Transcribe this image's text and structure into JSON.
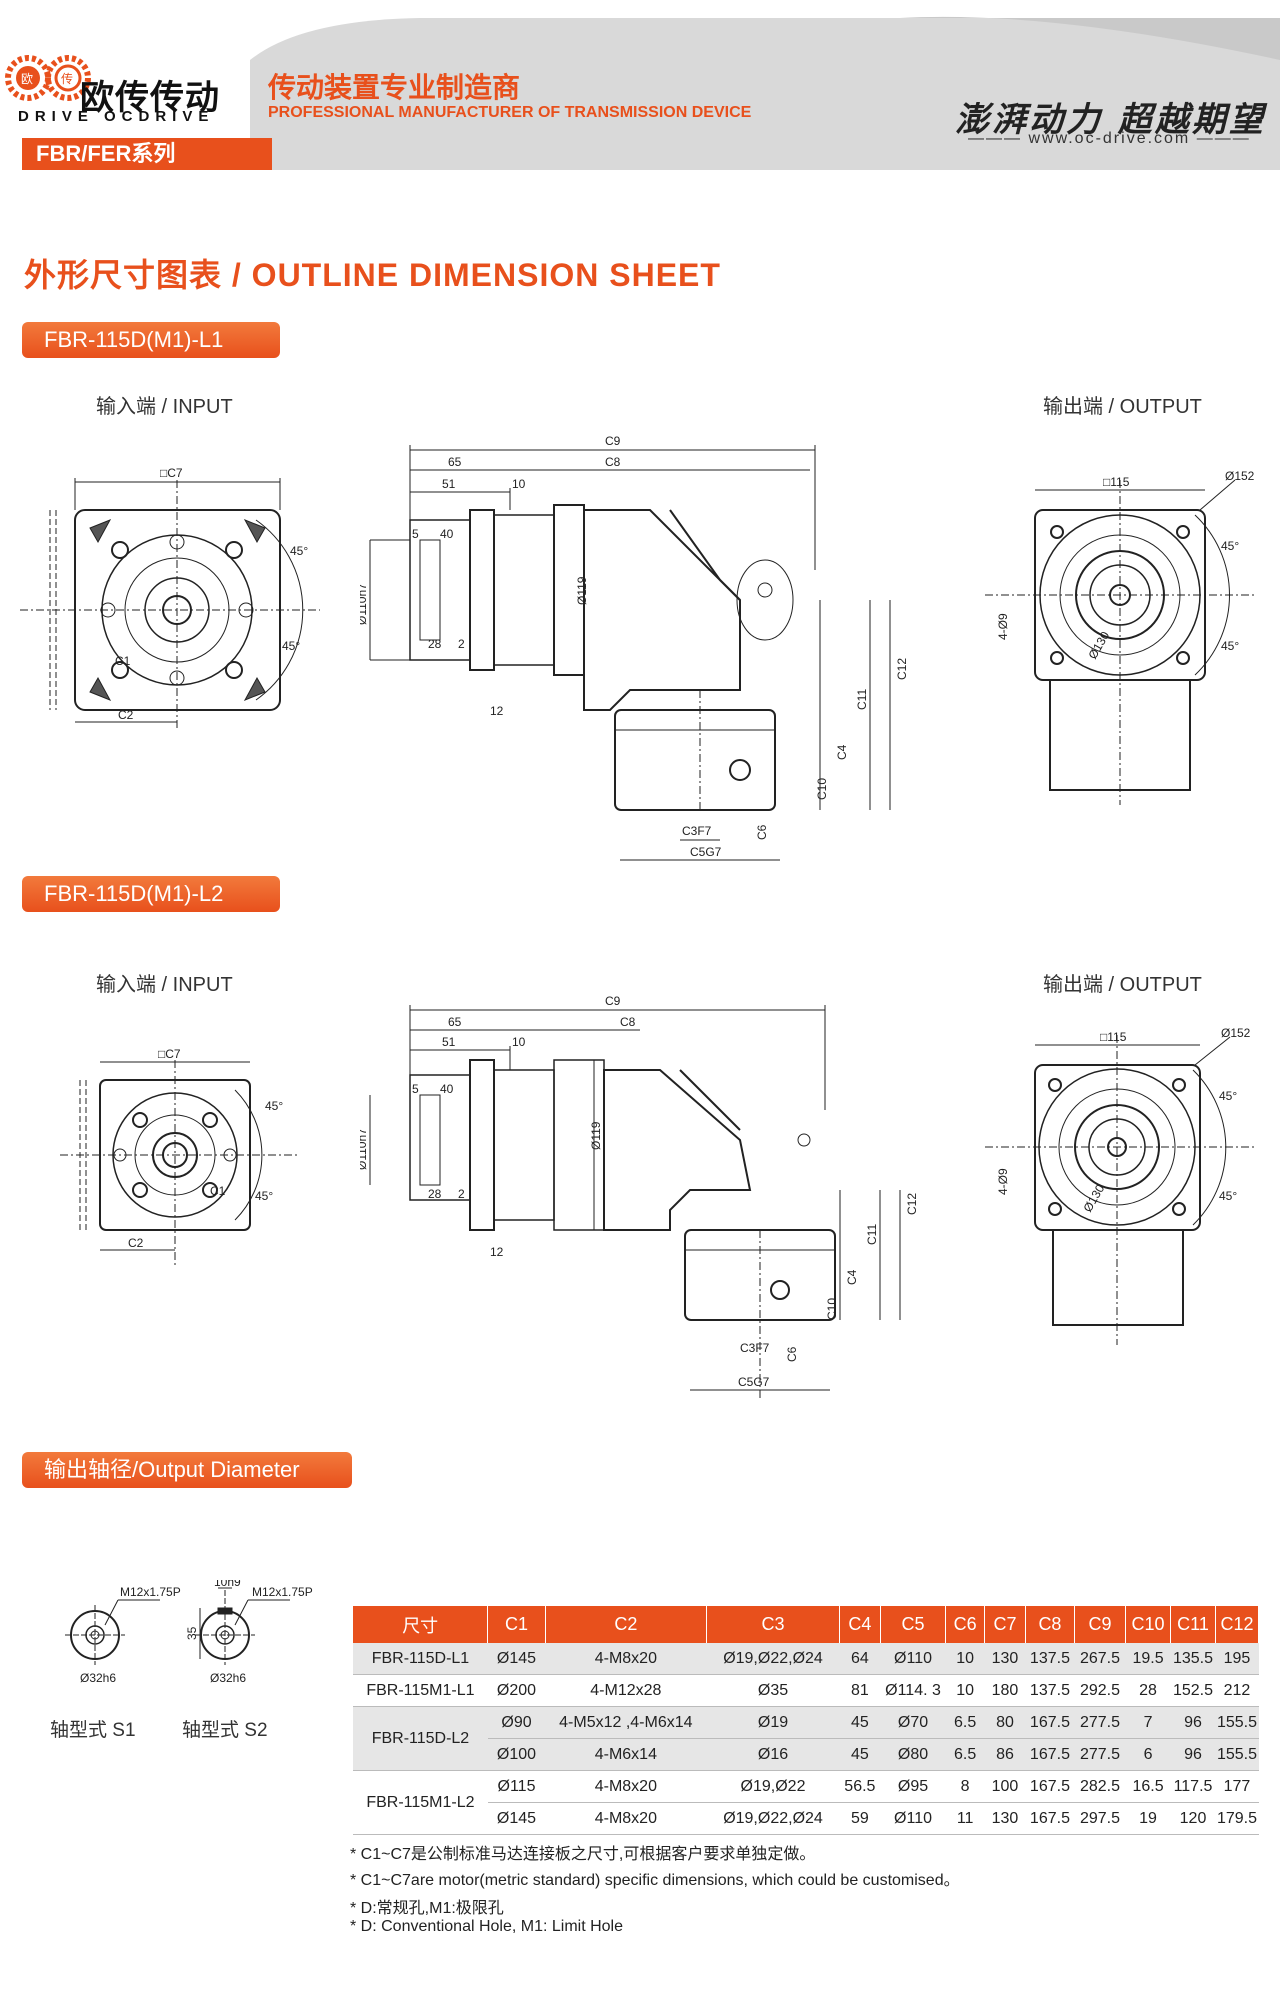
{
  "header": {
    "brand_cn": "欧传传动",
    "brand_en": "DRIVE OCDRIVE",
    "tagline_cn": "传动装置专业制造商",
    "tagline_en": "PROFESSIONAL MANUFACTURER OF TRANSMISSION DEVICE",
    "slogan": "澎湃动力 超越期望",
    "website": "www.oc-drive.com",
    "series_tab": "FBR/FER系列",
    "logo_letters": [
      "欧",
      "传"
    ]
  },
  "section_title": "外形尺寸图表 / OUTLINE DIMENSION SHEET",
  "models": [
    {
      "pill": "FBR-115D(M1)-L1",
      "input_label": "输入端 / INPUT",
      "output_label": "输出端 / OUTPUT"
    },
    {
      "pill": "FBR-115D(M1)-L2",
      "input_label": "输入端 / INPUT",
      "output_label": "输出端 / OUTPUT"
    }
  ],
  "dims": {
    "c7": "□C7",
    "c9": "C9",
    "c8": "C8",
    "d65": "65",
    "d51": "51",
    "d10": "10",
    "d5": "5",
    "d40": "40",
    "d28": "28",
    "d2": "2",
    "d12": "12",
    "d110": "Ø110h7",
    "d119": "Ø119",
    "c12": "C12",
    "c11": "C11",
    "c4": "C4",
    "c10": "C10",
    "c3": "C3F7",
    "c6": "C6",
    "c5": "C5G7",
    "c1": "C1",
    "c2": "C2",
    "a45": "45°",
    "sq115": "□115",
    "d152": "Ø152",
    "d130": "Ø130",
    "holes": "4-Ø9"
  },
  "output_diameter": {
    "pill": "输出轴径/Output Diameter",
    "s1_label": "轴型式 S1",
    "s2_label": "轴型式 S2",
    "thread": "M12x1.75P",
    "key": "10h9",
    "height": "35",
    "dia": "Ø32h6"
  },
  "table": {
    "headers": [
      "尺寸",
      "C1",
      "C2",
      "C3",
      "C4",
      "C5",
      "C6",
      "C7",
      "C8",
      "C9",
      "C10",
      "C11",
      "C12"
    ],
    "rows": [
      {
        "model": "FBR-115D-L1",
        "cells": [
          "Ø145",
          "4-M8x20",
          "Ø19,Ø22,Ø24",
          "64",
          "Ø110",
          "10",
          "130",
          "137.5",
          "267.5",
          "19.5",
          "135.5",
          "195"
        ]
      },
      {
        "model": "FBR-115M1-L1",
        "cells": [
          "Ø200",
          "4-M12x28",
          "Ø35",
          "81",
          "Ø114. 3",
          "10",
          "180",
          "137.5",
          "292.5",
          "28",
          "152.5",
          "212"
        ]
      },
      {
        "model": "FBR-115D-L2",
        "cells": [
          "Ø90",
          "4-M5x12 ,4-M6x14",
          "Ø19",
          "45",
          "Ø70",
          "6.5",
          "80",
          "167.5",
          "277.5",
          "7",
          "96",
          "155.5"
        ]
      },
      {
        "model": "",
        "cells": [
          "Ø100",
          "4-M6x14",
          "Ø16",
          "45",
          "Ø80",
          "6.5",
          "86",
          "167.5",
          "277.5",
          "6",
          "96",
          "155.5"
        ]
      },
      {
        "model": "FBR-115M1-L2",
        "cells": [
          "Ø115",
          "4-M8x20",
          "Ø19,Ø22",
          "56.5",
          "Ø95",
          "8",
          "100",
          "167.5",
          "282.5",
          "16.5",
          "117.5",
          "177"
        ]
      },
      {
        "model": "",
        "cells": [
          "Ø145",
          "4-M8x20",
          "Ø19,Ø22,Ø24",
          "59",
          "Ø110",
          "11",
          "130",
          "167.5",
          "297.5",
          "19",
          "120",
          "179.5"
        ]
      }
    ]
  },
  "notes": [
    "* C1~C7是公制标准马达连接板之尺寸,可根据客户要求单独定做。",
    "* C1~C7are motor(metric standard)  specific dimensions, which could be customised。",
    "* D:常规孔,M1:极限孔",
    "* D: Conventional Hole, M1: Limit Hole"
  ],
  "colors": {
    "accent": "#e8501c",
    "header_gray": "#d9d9d9",
    "row_alt": "#e6e6e6"
  }
}
